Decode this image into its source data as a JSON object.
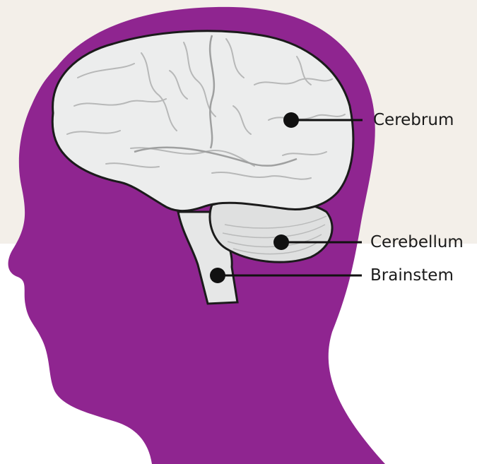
{
  "colors": {
    "background_upper": "#f3efe9",
    "background_lower": "#ffffff",
    "head": "#8f2590",
    "brain_fill": "#eceded",
    "brain_outline": "#1b1b1b",
    "leader": "#111111",
    "label_text": "#1a1a1a"
  },
  "labels": {
    "cerebrum": "Cerebrum",
    "cerebellum": "Cerebellum",
    "brainstem": "Brainstem"
  }
}
